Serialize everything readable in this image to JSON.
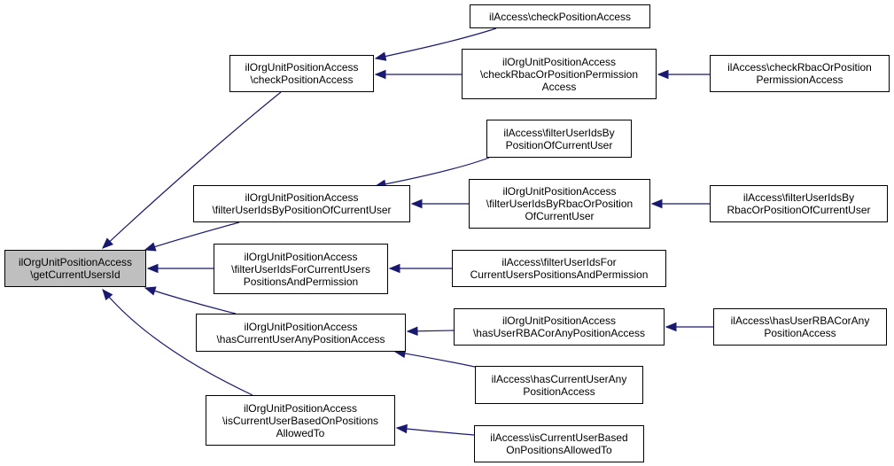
{
  "colors": {
    "edge": "#191970",
    "node_border": "#000000",
    "node_fill": "#ffffff",
    "root_fill": "#bfbfbf"
  },
  "nodes": {
    "root": "ilOrgUnitPositionAccess\n\\getCurrentUsersId",
    "org_check": "ilOrgUnitPositionAccess\n\\checkPositionAccess",
    "org_filter": "ilOrgUnitPositionAccess\n\\filterUserIdsByPositionOfCurrentUser",
    "org_filter_current": "ilOrgUnitPositionAccess\n\\filterUserIdsForCurrentUsers\nPositionsAndPermission",
    "org_has": "ilOrgUnitPositionAccess\n\\hasCurrentUserAnyPositionAccess",
    "org_is": "ilOrgUnitPositionAccess\n\\isCurrentUserBasedOnPositions\nAllowedTo",
    "acc_check": "ilAccess\\checkPositionAccess",
    "org_rbac_check": "ilOrgUnitPositionAccess\n\\checkRbacOrPositionPermission\nAccess",
    "acc_rbac_check": "ilAccess\\checkRbacOrPosition\nPermissionAccess",
    "acc_filter": "ilAccess\\filterUserIdsBy\nPositionOfCurrentUser",
    "org_filter_rbac": "ilOrgUnitPositionAccess\n\\filterUserIdsByRbacOrPosition\nOfCurrentUser",
    "acc_filter_rbac": "ilAccess\\filterUserIdsBy\nRbacOrPositionOfCurrentUser",
    "acc_filter_current": "ilAccess\\filterUserIdsFor\nCurrentUsersPositionsAndPermission",
    "org_has_rbac": "ilOrgUnitPositionAccess\n\\hasUserRBACorAnyPositionAccess",
    "acc_has_rbac": "ilAccess\\hasUserRBACorAny\nPositionAccess",
    "acc_has": "ilAccess\\hasCurrentUserAny\nPositionAccess",
    "acc_is": "ilAccess\\isCurrentUserBased\nOnPositionsAllowedTo"
  }
}
